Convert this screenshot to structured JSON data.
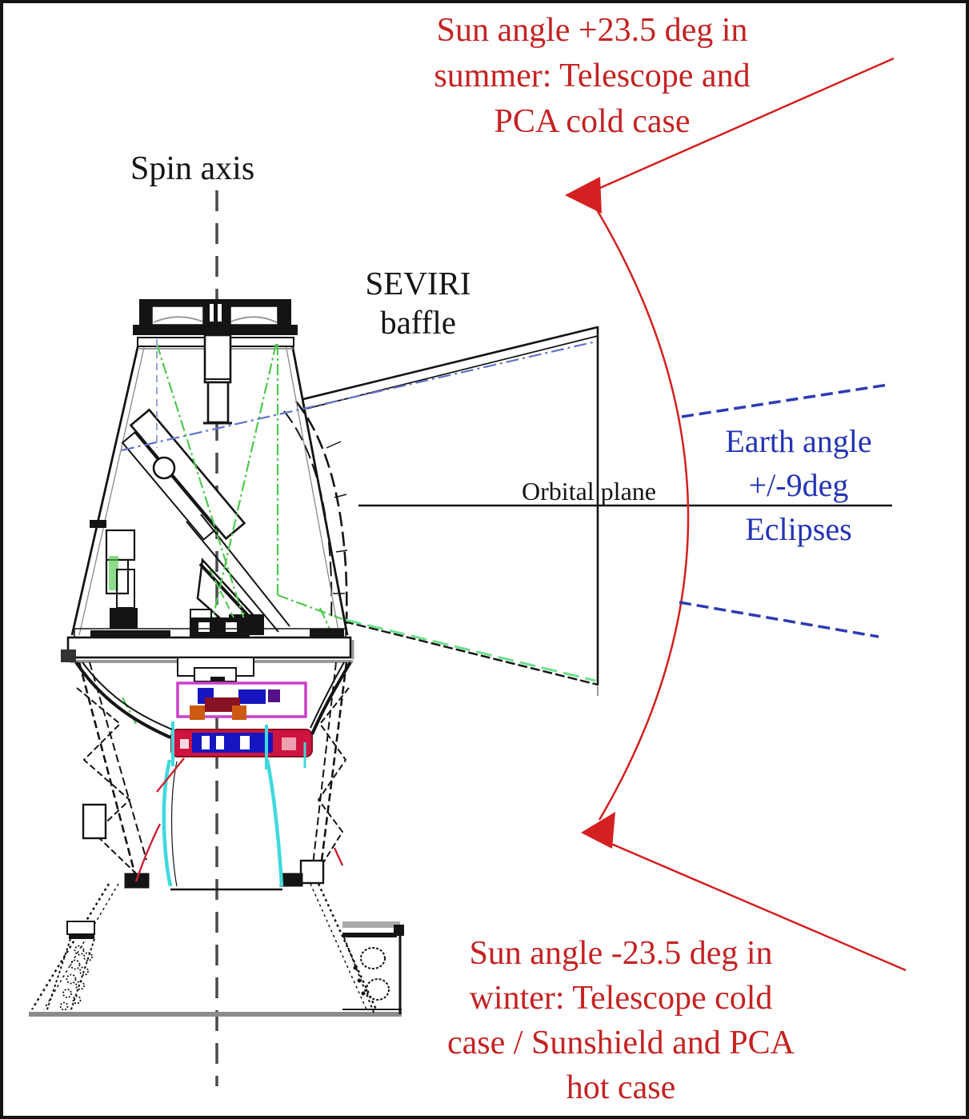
{
  "diagram_title": "SEVIRI viewing geometry and sun / earth angle diagram",
  "colors": {
    "annotation_red": "#d42020",
    "text_red": "#c52222",
    "annotation_blue": "#2d3bb3",
    "text_blue": "#2334b5",
    "drawing_black": "#141414",
    "drawing_gray": "#949494",
    "ray_green": "#4ec94e",
    "sight_blue": "#6273cc",
    "nozzle_cyan": "#3fd9dd",
    "mech_magenta": "#cc3ecc",
    "mech_blue": "#1616c0",
    "mech_crimson": "#cf1340",
    "mech_orange": "#cc5a10"
  },
  "labels": {
    "sun_summer": {
      "lines": [
        "Sun angle +23.5 deg in",
        "summer: Telescope and",
        "PCA cold case"
      ]
    },
    "spin_axis": {
      "text": "Spin axis"
    },
    "seviri_baffle": {
      "lines": [
        "SEVIRI",
        "baffle"
      ]
    },
    "orbital_plane": {
      "text": "Orbital plane"
    },
    "earth_angle": {
      "lines": [
        "Earth angle",
        "+/-9deg"
      ]
    },
    "eclipses": {
      "text": "Eclipses"
    },
    "sun_winter": {
      "lines": [
        "Sun angle -23.5 deg in",
        "winter: Telescope cold",
        "case / Sunshield and PCA",
        "hot case"
      ]
    }
  },
  "values": {
    "sun_angle_summer": "+23.5 deg",
    "sun_angle_winter": "-23.5 deg",
    "earth_angle_range": "+/-9 deg"
  }
}
